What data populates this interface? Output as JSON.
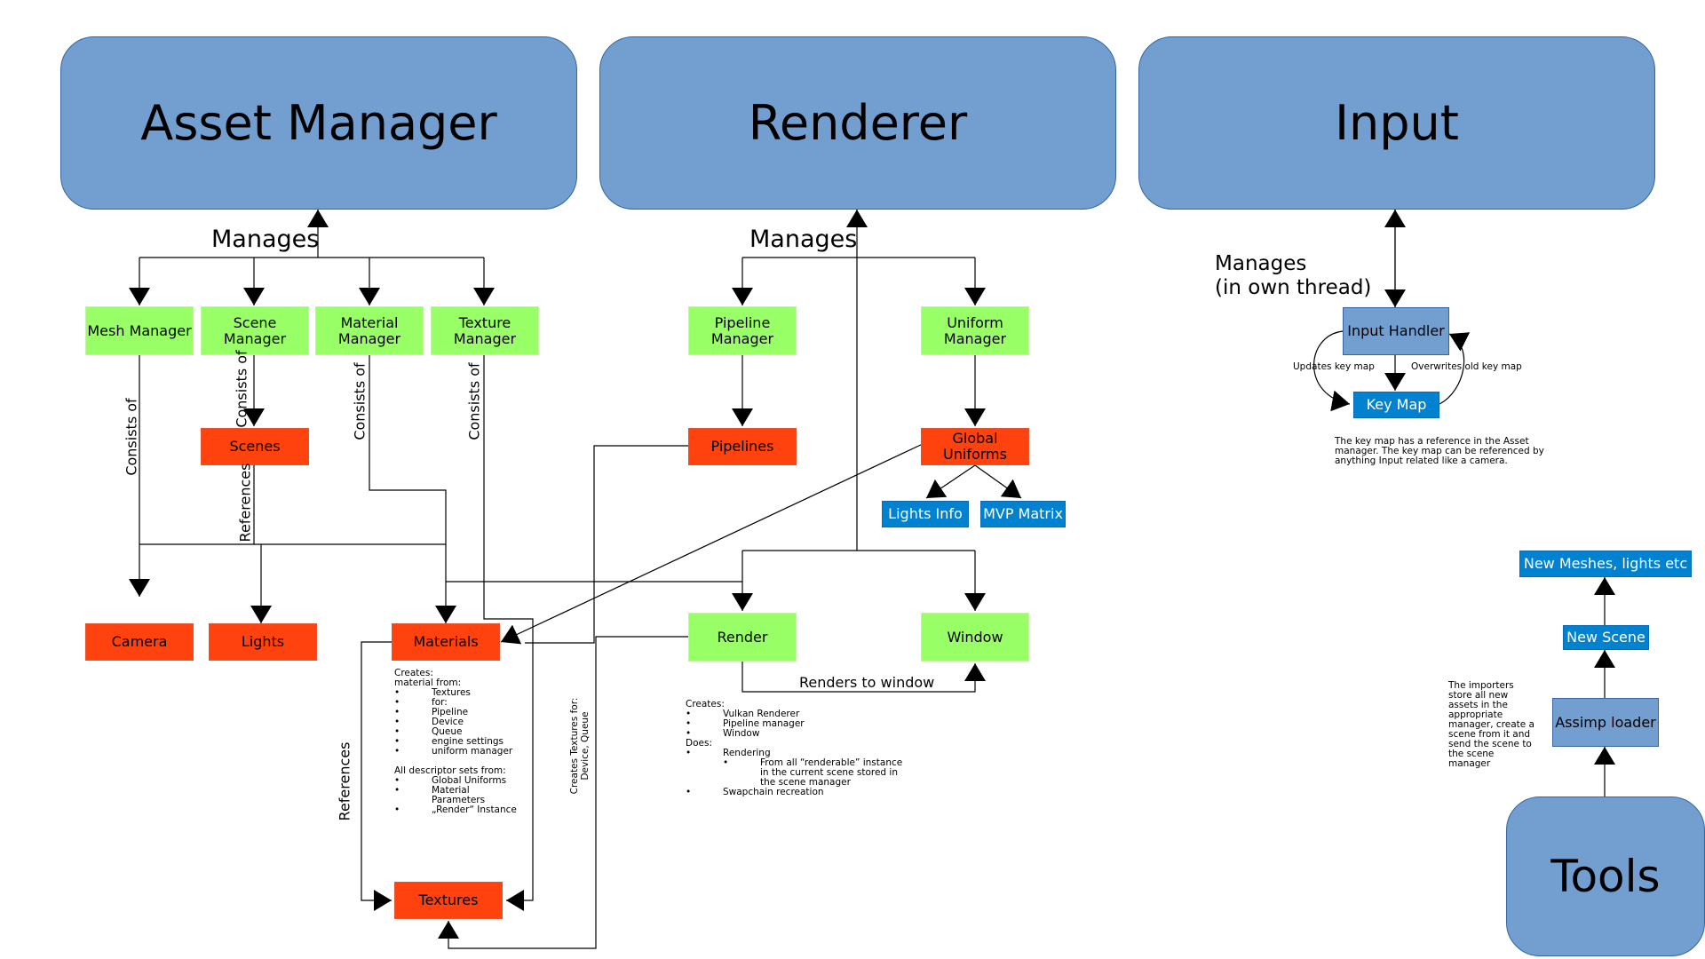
{
  "modules": {
    "asset_manager": "Asset Manager",
    "renderer": "Renderer",
    "input": "Input",
    "tools": "Tools"
  },
  "asset": {
    "manages": "Manages",
    "mesh_manager": "Mesh Manager",
    "scene_manager": "Scene Manager",
    "material_manager": [
      "Material",
      "Manager"
    ],
    "texture_manager": [
      "Texture",
      "Manager"
    ],
    "scenes": "Scenes",
    "camera": "Camera",
    "lights": "Lights",
    "materials": "Materials",
    "textures": "Textures",
    "consists_of": "Consists of",
    "references": "References"
  },
  "renderer": {
    "manages": "Manages",
    "pipeline_manager": [
      "Pipeline",
      "Manager"
    ],
    "uniform_manager": [
      "Uniform",
      "Manager"
    ],
    "pipelines": "Pipelines",
    "global_uniforms": "Global Uniforms",
    "lights_info": "Lights Info",
    "mvp_matrix": "MVP Matrix",
    "render": "Render",
    "window": "Window",
    "renders_to_window": "Renders to window",
    "creates_textures_for": [
      "Creates Textures for:",
      "Device, Queue"
    ]
  },
  "input": {
    "manages": [
      "Manages",
      "(in own thread)"
    ],
    "input_handler": "Input Handler",
    "key_map": "Key Map",
    "updates_key_map": "Updates key map",
    "overwrites_key_map": "Overwrites old key map",
    "note": [
      "The key map has a reference in the Asset",
      "manager. The key map can be referenced by",
      "anything Input related like a camera."
    ]
  },
  "tools": {
    "assimp_loader": "Assimp loader",
    "new_scene": "New Scene",
    "new_meshes": "New Meshes, lights etc",
    "note": [
      "The importers",
      "store all new",
      "assets in the",
      "appropriate",
      "manager, create a",
      "scene from it and",
      "send the scene to",
      "the scene",
      "manager"
    ]
  },
  "materials_notes": {
    "creates": "Creates:",
    "material_from": "material from:",
    "textures": "Textures",
    "for": "for:",
    "for_items": [
      "Pipeline",
      "Device",
      "Queue",
      "engine settings",
      "uniform manager"
    ],
    "all_descriptor": "All descriptor sets from:",
    "descriptor_items": [
      "Global Uniforms",
      "Material",
      "Parameters",
      "„Render“ Instance"
    ]
  },
  "render_notes": {
    "creates": "Creates:",
    "create_items": [
      "Vulkan Renderer",
      "Pipeline manager",
      "Window"
    ],
    "does": "Does:",
    "rendering": "Rendering",
    "rendering_detail": [
      "From all “renderable” instance",
      "in the current scene stored in",
      "the scene manager"
    ],
    "swapchain": "Swapchain recreation"
  },
  "bullet": "•"
}
